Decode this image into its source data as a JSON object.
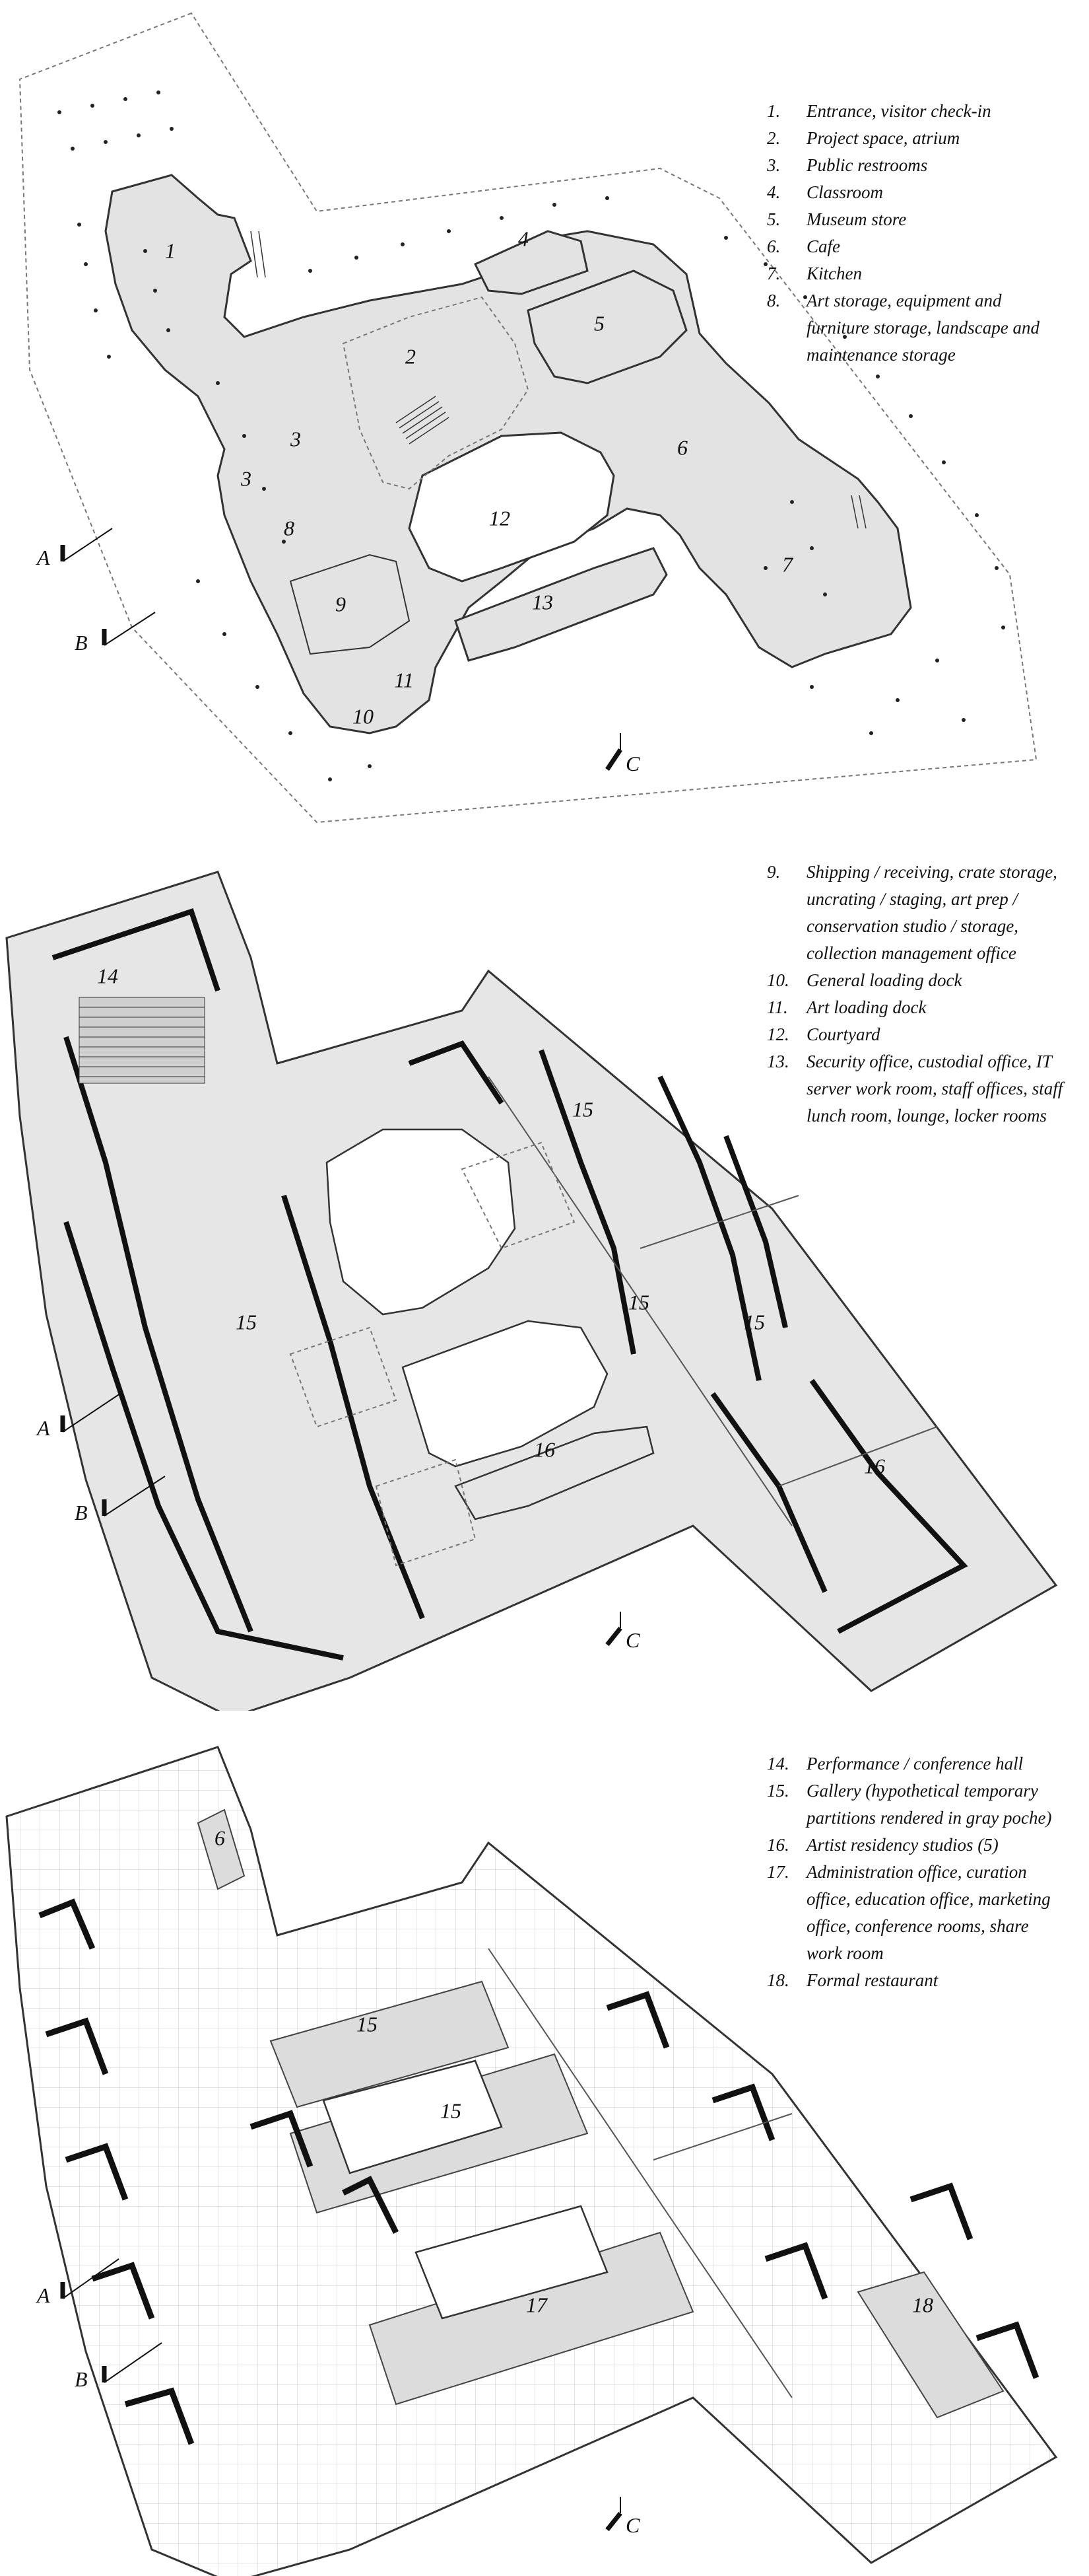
{
  "plan1": {
    "rooms": [
      "1",
      "2",
      "3",
      "3",
      "4",
      "5",
      "6",
      "7",
      "8",
      "9",
      "10",
      "11",
      "12",
      "13"
    ],
    "sections": {
      "a": "A",
      "b": "B",
      "c": "C"
    },
    "legend": [
      {
        "num": "1.",
        "text": "Entrance, visitor check-in"
      },
      {
        "num": "2.",
        "text": "Project space, atrium"
      },
      {
        "num": "3.",
        "text": "Public restrooms"
      },
      {
        "num": "4.",
        "text": "Classroom"
      },
      {
        "num": "5.",
        "text": "Museum store"
      },
      {
        "num": "6.",
        "text": "Cafe"
      },
      {
        "num": "7.",
        "text": "Kitchen"
      },
      {
        "num": "8.",
        "text": "Art storage, equipment and furniture storage, landscape and maintenance storage"
      }
    ]
  },
  "plan2": {
    "rooms": [
      "14",
      "15",
      "15",
      "15",
      "15",
      "16"
    ],
    "sections": {
      "a": "A",
      "b": "B",
      "c": "C"
    },
    "legend": [
      {
        "num": "9.",
        "text": "Shipping / receiving, crate storage, uncrating / staging, art prep / conservation studio / storage, collection management office"
      },
      {
        "num": "10.",
        "text": "General loading dock"
      },
      {
        "num": "11.",
        "text": "Art loading dock"
      },
      {
        "num": "12.",
        "text": "Courtyard"
      },
      {
        "num": "13.",
        "text": "Security office, custodial office, IT server work room, staff offices, staff lunch room, lounge, locker rooms"
      }
    ]
  },
  "plan3": {
    "rooms": [
      "6",
      "15",
      "15",
      "17",
      "18"
    ],
    "sections": {
      "a": "A",
      "b": "B",
      "c": "C"
    },
    "legend": [
      {
        "num": "14.",
        "text": "Performance / conference hall"
      },
      {
        "num": "15.",
        "text": "Gallery (hypothetical temporary partitions rendered in gray poche)"
      },
      {
        "num": "16.",
        "text": "Artist residency studios (5)"
      },
      {
        "num": "17.",
        "text": "Administration office, curation office, education office, marketing office, conference rooms, share work room"
      },
      {
        "num": "18.",
        "text": "Formal restaurant"
      }
    ]
  }
}
